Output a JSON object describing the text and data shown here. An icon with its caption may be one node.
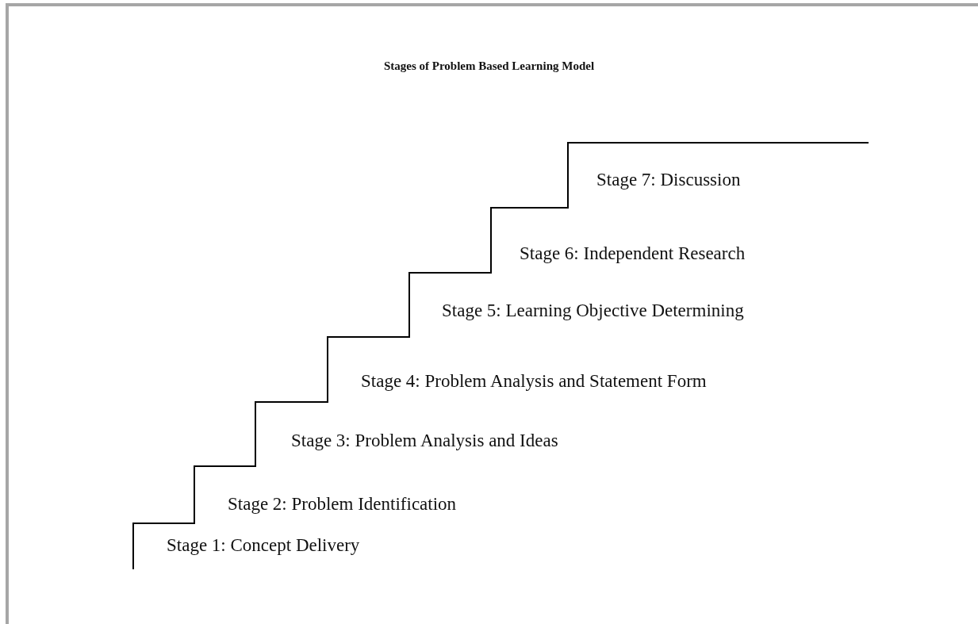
{
  "diagram": {
    "title": "Stages of Problem Based Learning Model",
    "labels": [
      "Stage 7: Discussion",
      "Stage 6: Independent Research",
      "Stage 5: Learning Objective Determining",
      "Stage 4: Problem Analysis and Statement Form",
      "Stage 3: Problem Analysis and Ideas",
      "Stage 2: Problem Identification",
      "Stage 1: Concept Delivery"
    ]
  }
}
